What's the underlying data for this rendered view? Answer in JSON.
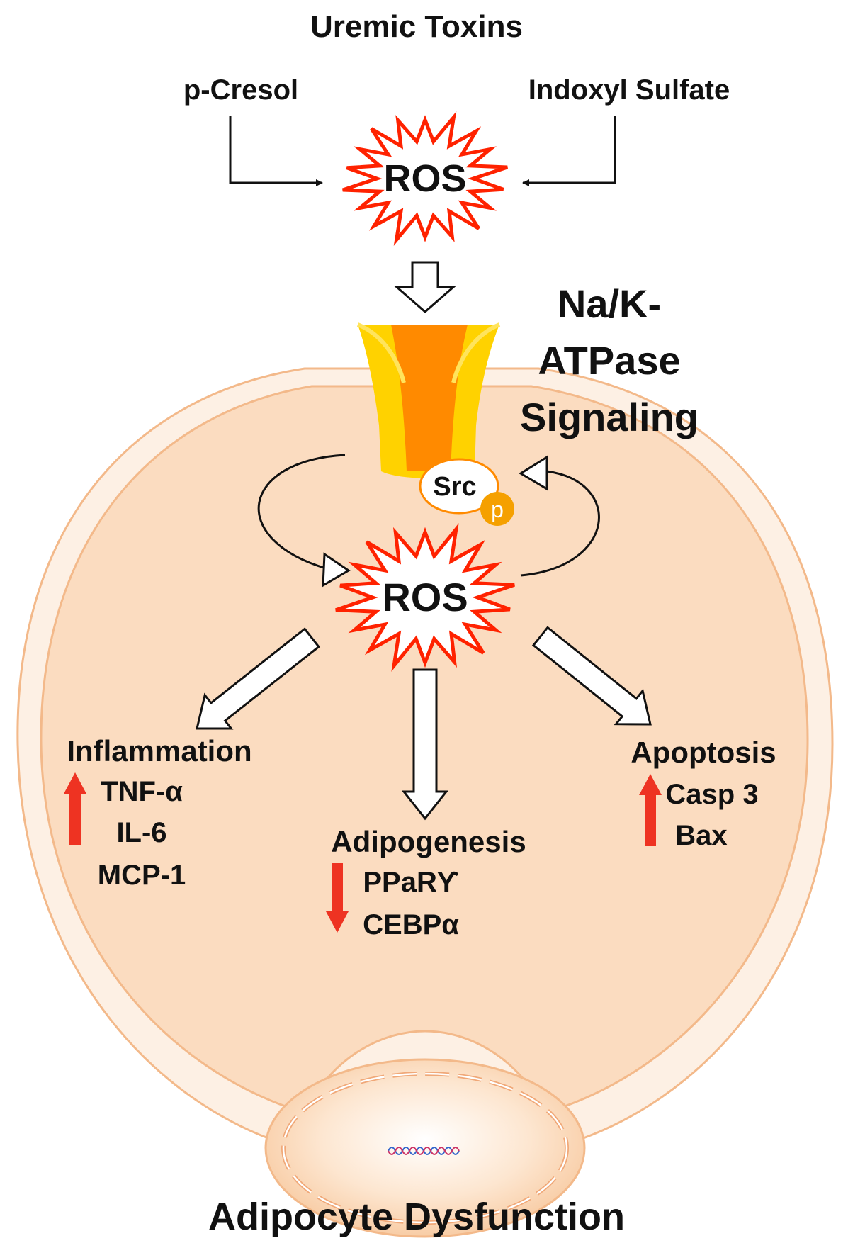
{
  "title": "Uremic Toxins",
  "toxins": {
    "left": "p-Cresol",
    "right": "Indoxyl Sulfate"
  },
  "ros_top": "ROS",
  "pump_label": {
    "line1": "Na/K-",
    "line2": "ATPase",
    "line3": "Signaling"
  },
  "src": {
    "label": "Src",
    "phospho": "p"
  },
  "ros_center": "ROS",
  "outcomes": {
    "inflammation": {
      "title": "Inflammation",
      "direction": "up",
      "markers": [
        "TNF-α",
        "IL-6",
        "MCP-1"
      ]
    },
    "adipogenesis": {
      "title": "Adipogenesis",
      "direction": "down",
      "markers": [
        "PPaRϒ",
        "CEBPα"
      ]
    },
    "apoptosis": {
      "title": "Apoptosis",
      "direction": "up",
      "markers": [
        "Casp 3",
        "Bax"
      ]
    }
  },
  "caption": "Adipocyte Dysfunction",
  "colors": {
    "cell_fill": "#fbdcc0",
    "cell_stroke": "#f3b98a",
    "ros_stroke": "#ff2200",
    "pump_yellow": "#ffd200",
    "pump_orange": "#ff8a00",
    "phospho": "#f5a000",
    "indicator_red": "#ee3322"
  },
  "icons": [
    "burst-icon",
    "hollow-arrow-icon",
    "red-up-arrow-icon",
    "red-down-arrow-icon",
    "dna-icon"
  ]
}
